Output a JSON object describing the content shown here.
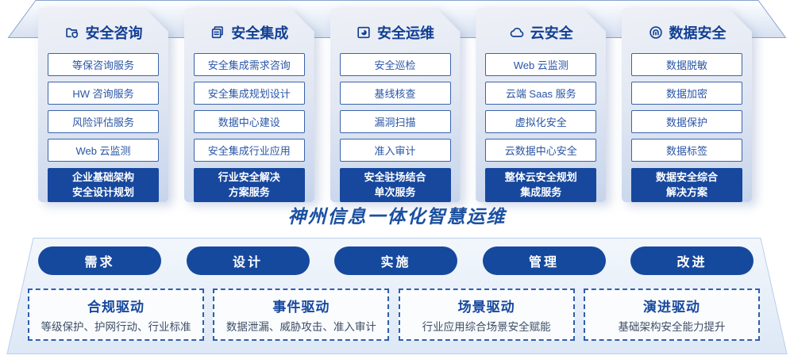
{
  "colors": {
    "primary_blue": "#17489e",
    "item_border": "#3a64ab",
    "item_text": "#2a56a6",
    "banner_text": "#1a4fa0",
    "pill_bg": "#15499d",
    "driver_border": "#2e5fae",
    "driver_subtitle_text": "#3e4e66",
    "card_gradient_top": "#eef0f6",
    "card_gradient_bottom": "#c6d4ec"
  },
  "columns": [
    {
      "icon": "folder-shield-icon",
      "title": "安全咨询",
      "items": [
        "等保咨询服务",
        "HW 咨询服务",
        "风险评估服务",
        "Web 云监测"
      ],
      "footer": {
        "line1": "企业基础架构",
        "line2": "安全设计规划"
      }
    },
    {
      "icon": "documents-icon",
      "title": "安全集成",
      "items": [
        "安全集成需求咨询",
        "安全集成规划设计",
        "数据中心建设",
        "安全集成行业应用"
      ],
      "footer": {
        "line1": "行业安全解决",
        "line2": "方案服务"
      }
    },
    {
      "icon": "folder-chart-icon",
      "title": "安全运维",
      "items": [
        "安全巡检",
        "基线核查",
        "漏洞扫描",
        "准入审计"
      ],
      "footer": {
        "line1": "安全驻场结合",
        "line2": "单次服务"
      }
    },
    {
      "icon": "cloud-icon",
      "title": "云安全",
      "items": [
        "Web 云监测",
        "云端 Saas 服务",
        "虚拟化安全",
        "云数据中心安全"
      ],
      "footer": {
        "line1": "整体云安全规划",
        "line2": "集成服务"
      }
    },
    {
      "icon": "fingerprint-icon",
      "title": "数据安全",
      "items": [
        "数据脱敏",
        "数据加密",
        "数据保护",
        "数据标签"
      ],
      "footer": {
        "line1": "数据安全综合",
        "line2": "解决方案"
      }
    }
  ],
  "banner": {
    "title": "神州信息一体化智慧运维"
  },
  "pills": [
    "需求",
    "设计",
    "实施",
    "管理",
    "改进"
  ],
  "drivers": [
    {
      "title": "合规驱动",
      "subtitle": "等级保护、护网行动、行业标准"
    },
    {
      "title": "事件驱动",
      "subtitle": "数据泄漏、威胁攻击、准入审计"
    },
    {
      "title": "场景驱动",
      "subtitle": "行业应用综合场景安全赋能"
    },
    {
      "title": "演进驱动",
      "subtitle": "基础架构安全能力提升"
    }
  ]
}
